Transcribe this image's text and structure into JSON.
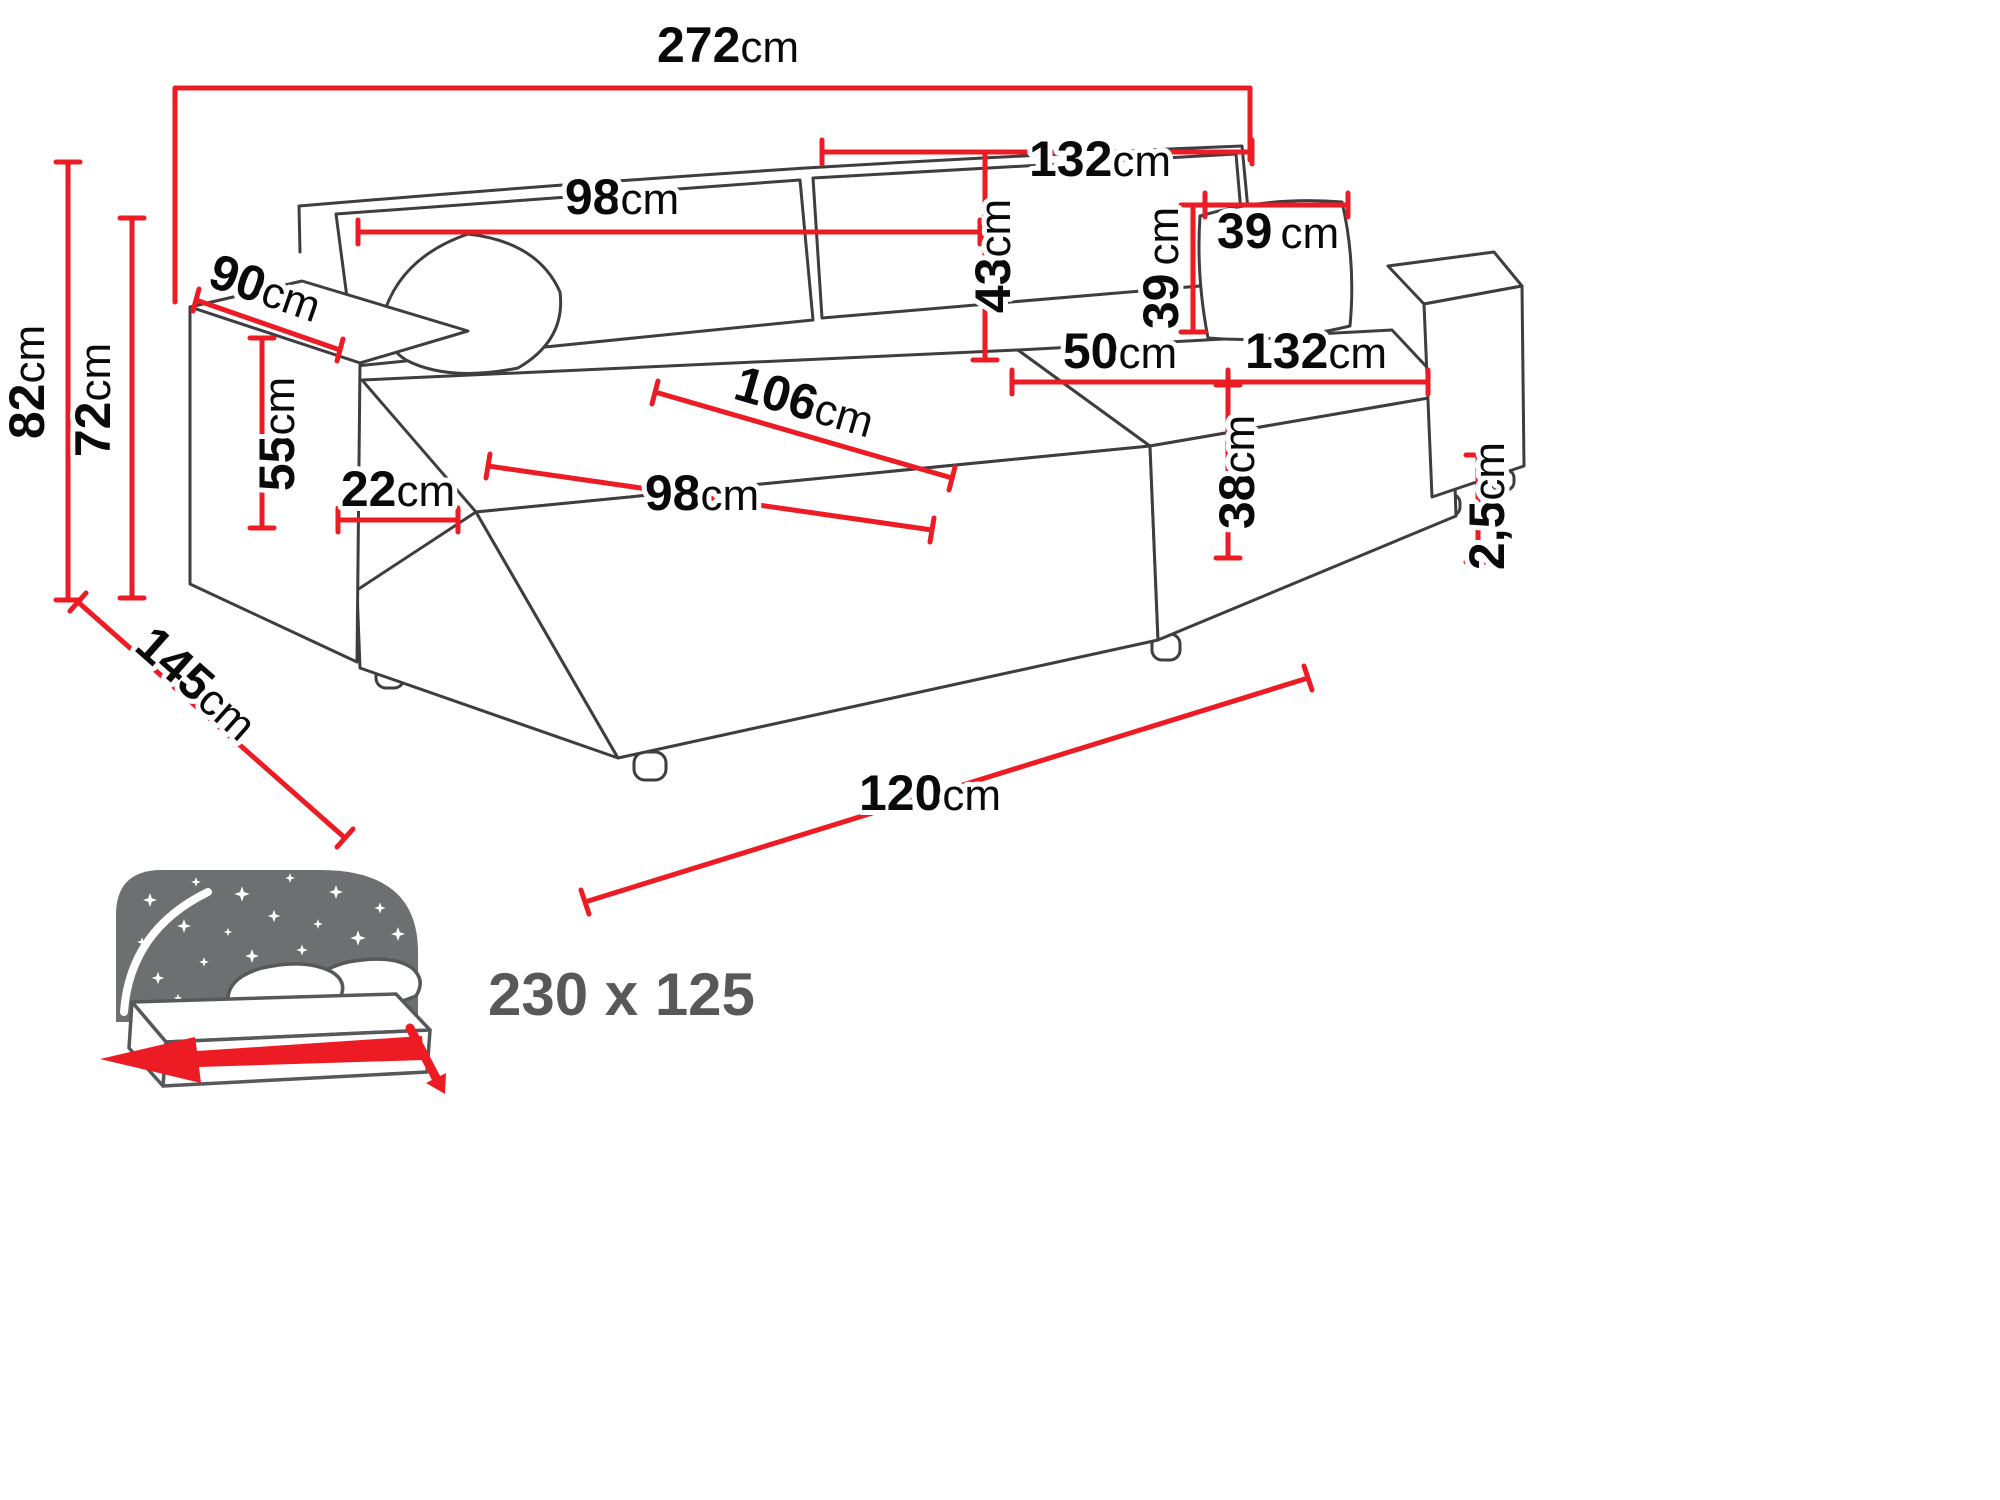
{
  "diagram": {
    "subject": "corner-sofa-bed-dimension-drawing",
    "colors": {
      "dimension_red": "#ed1b24",
      "outline_gray": "#3e3e40",
      "icon_gray": "#6e6f71"
    },
    "dimensions": {
      "total_width": {
        "value": "272",
        "unit": "cm"
      },
      "total_height": {
        "value": "82",
        "unit": "cm"
      },
      "backrest_height": {
        "value": "72",
        "unit": "cm"
      },
      "armrest_length": {
        "value": "90",
        "unit": "cm"
      },
      "armrest_height": {
        "value": "55",
        "unit": "cm"
      },
      "armrest_width": {
        "value": "22",
        "unit": "cm"
      },
      "left_backrest_width": {
        "value": "98",
        "unit": "cm"
      },
      "right_backrest_width": {
        "value": "132",
        "unit": "cm"
      },
      "backrest_cushion_height": {
        "value": "43",
        "unit": "cm"
      },
      "pillow_height": {
        "value": "39",
        "unit": "cm"
      },
      "pillow_width": {
        "value": "39",
        "unit": "cm"
      },
      "seat_depth": {
        "value": "50",
        "unit": "cm"
      },
      "right_seat_width": {
        "value": "132",
        "unit": "cm"
      },
      "corner_seat_diagonal": {
        "value": "106",
        "unit": "cm"
      },
      "corner_seat_width": {
        "value": "98",
        "unit": "cm"
      },
      "seat_height": {
        "value": "38",
        "unit": "cm"
      },
      "leg_height": {
        "value": "2,5",
        "unit": "cm"
      },
      "total_depth": {
        "value": "145",
        "unit": "cm"
      },
      "chaise_length": {
        "value": "120",
        "unit": "cm"
      }
    },
    "sleeping_area": {
      "label": "230 x 125"
    }
  }
}
